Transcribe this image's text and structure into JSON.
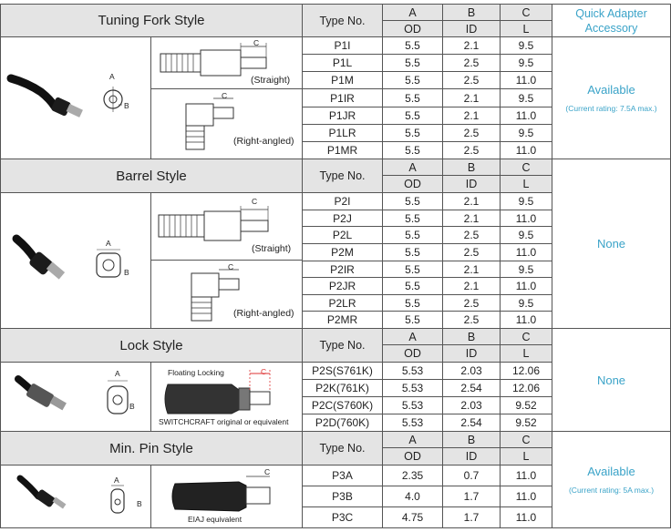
{
  "columns": {
    "type_no": "Type No.",
    "a": "A",
    "b": "B",
    "c": "C",
    "od": "OD",
    "id": "ID",
    "l": "L"
  },
  "accessory_header": [
    "Quick Adapter",
    "Accessory"
  ],
  "sections": [
    {
      "title": "Tuning Fork Style",
      "accessory": {
        "status": "Available",
        "note": "(Current rating: 7.5A max.)"
      },
      "labels": {
        "straight": "(Straight)",
        "angled": "(Right-angled)",
        "dim_a": "A",
        "dim_b": "B",
        "dim_c": "C",
        "dim_c2": "C"
      },
      "rows": [
        {
          "type": "P1I",
          "a": "5.5",
          "b": "2.1",
          "c": "9.5"
        },
        {
          "type": "P1L",
          "a": "5.5",
          "b": "2.5",
          "c": "9.5"
        },
        {
          "type": "P1M",
          "a": "5.5",
          "b": "2.5",
          "c": "11.0"
        },
        {
          "type": "P1IR",
          "a": "5.5",
          "b": "2.1",
          "c": "9.5"
        },
        {
          "type": "P1JR",
          "a": "5.5",
          "b": "2.1",
          "c": "11.0"
        },
        {
          "type": "P1LR",
          "a": "5.5",
          "b": "2.5",
          "c": "9.5"
        },
        {
          "type": "P1MR",
          "a": "5.5",
          "b": "2.5",
          "c": "11.0"
        }
      ]
    },
    {
      "title": "Barrel Style",
      "accessory": {
        "status": "None",
        "note": ""
      },
      "labels": {
        "straight": "(Straight)",
        "angled": "(Right-angled)",
        "dim_a": "A",
        "dim_b": "B",
        "dim_c": "C",
        "dim_c2": "C"
      },
      "rows": [
        {
          "type": "P2I",
          "a": "5.5",
          "b": "2.1",
          "c": "9.5"
        },
        {
          "type": "P2J",
          "a": "5.5",
          "b": "2.1",
          "c": "11.0"
        },
        {
          "type": "P2L",
          "a": "5.5",
          "b": "2.5",
          "c": "9.5"
        },
        {
          "type": "P2M",
          "a": "5.5",
          "b": "2.5",
          "c": "11.0"
        },
        {
          "type": "P2IR",
          "a": "5.5",
          "b": "2.1",
          "c": "9.5"
        },
        {
          "type": "P2JR",
          "a": "5.5",
          "b": "2.1",
          "c": "11.0"
        },
        {
          "type": "P2LR",
          "a": "5.5",
          "b": "2.5",
          "c": "9.5"
        },
        {
          "type": "P2MR",
          "a": "5.5",
          "b": "2.5",
          "c": "11.0"
        }
      ]
    },
    {
      "title": "Lock Style",
      "accessory": {
        "status": "None",
        "note": ""
      },
      "labels": {
        "floating": "Floating Locking",
        "switchcraft": "SWITCHCRAFT original or equivalent",
        "dim_a": "A",
        "dim_b": "B",
        "dim_c": "C"
      },
      "rows": [
        {
          "type": "P2S(S761K)",
          "a": "5.53",
          "b": "2.03",
          "c": "12.06"
        },
        {
          "type": "P2K(761K)",
          "a": "5.53",
          "b": "2.54",
          "c": "12.06"
        },
        {
          "type": "P2C(S760K)",
          "a": "5.53",
          "b": "2.03",
          "c": "9.52"
        },
        {
          "type": "P2D(760K)",
          "a": "5.53",
          "b": "2.54",
          "c": "9.52"
        }
      ]
    },
    {
      "title": "Min. Pin Style",
      "accessory": {
        "status": "Available",
        "note": "(Current rating: 5A max.)"
      },
      "labels": {
        "eiaj": "EIAJ equivalent",
        "dim_a": "A",
        "dim_b": "B",
        "dim_c": "C"
      },
      "rows": [
        {
          "type": "P3A",
          "a": "2.35",
          "b": "0.7",
          "c": "11.0"
        },
        {
          "type": "P3B",
          "a": "4.0",
          "b": "1.7",
          "c": "11.0"
        },
        {
          "type": "P3C",
          "a": "4.75",
          "b": "1.7",
          "c": "11.0"
        }
      ]
    }
  ]
}
